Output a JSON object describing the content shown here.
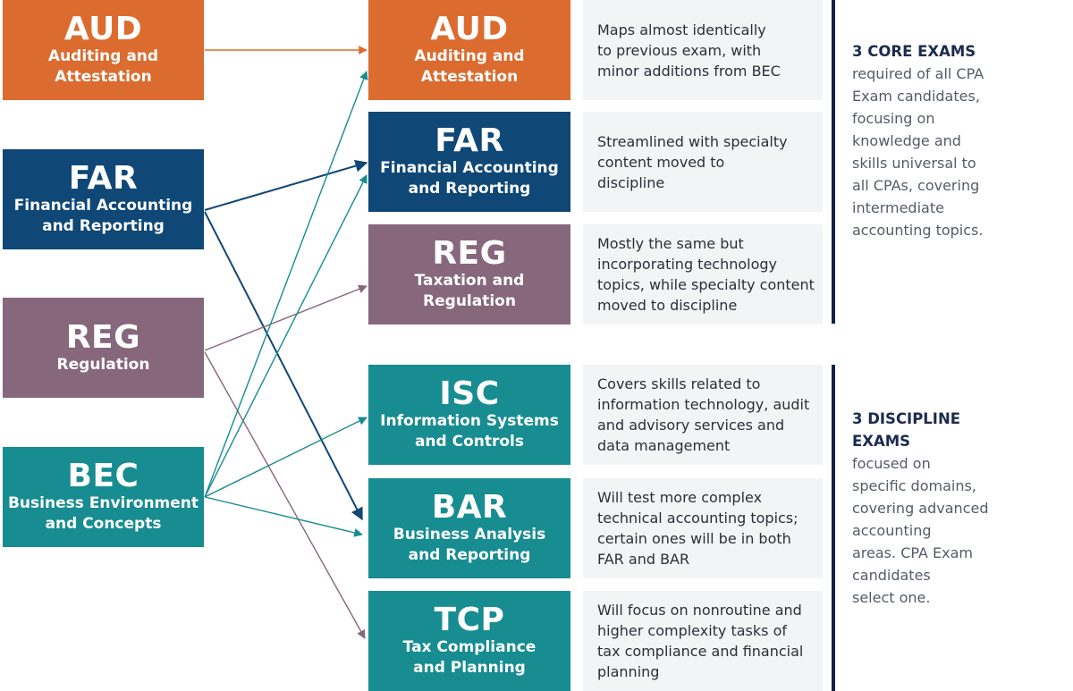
{
  "colors": {
    "AUD": "#dc6b2f",
    "FAR": "#0f4776",
    "REG": "#86677c",
    "BEC": "#178c91",
    "ISC": "#178c91",
    "BAR": "#178c91",
    "TCP": "#178c91",
    "arrow_orange": "#dc6b2f",
    "arrow_navy": "#0f4776",
    "arrow_mauve": "#86677c",
    "arrow_teal": "#178c91",
    "divider": "#10204a"
  },
  "current_exams": [
    {
      "id": "aud",
      "code": "AUD",
      "name": "Auditing and\nAttestation"
    },
    {
      "id": "far",
      "code": "FAR",
      "name": "Financial Accounting\nand Reporting"
    },
    {
      "id": "reg",
      "code": "REG",
      "name": "Regulation"
    },
    {
      "id": "bec",
      "code": "BEC",
      "name": "Business Environment\nand Concepts"
    }
  ],
  "new_exams": [
    {
      "id": "aud",
      "code": "AUD",
      "name": "Auditing and\nAttestation",
      "description": "Maps almost identically\nto previous exam, with\nminor additions from BEC"
    },
    {
      "id": "far",
      "code": "FAR",
      "name": "Financial Accounting\nand Reporting",
      "description": "Streamlined with specialty\ncontent moved to\ndiscipline"
    },
    {
      "id": "reg",
      "code": "REG",
      "name": "Taxation and\nRegulation",
      "description": "Mostly the same but\nincorporating technology\ntopics, while specialty content\nmoved to discipline"
    },
    {
      "id": "isc",
      "code": "ISC",
      "name": "Information Systems\nand Controls",
      "description": "Covers skills related to\ninformation technology,  audit\nand advisory services and\ndata management"
    },
    {
      "id": "bar",
      "code": "BAR",
      "name": "Business Analysis\nand Reporting",
      "description": "Will test more complex\ntechnical accounting topics;\ncertain ones will be in both\nFAR and BAR"
    },
    {
      "id": "tcp",
      "code": "TCP",
      "name": "Tax Compliance\nand Planning",
      "description": "Will focus on nonroutine and\nhigher complexity tasks of\ntax compliance and financial\nplanning"
    }
  ],
  "mappings": [
    {
      "from": "AUD",
      "to": "AUD"
    },
    {
      "from": "FAR",
      "to": "FAR"
    },
    {
      "from": "FAR",
      "to": "BAR"
    },
    {
      "from": "REG",
      "to": "REG"
    },
    {
      "from": "REG",
      "to": "TCP"
    },
    {
      "from": "BEC",
      "to": "AUD"
    },
    {
      "from": "BEC",
      "to": "FAR"
    },
    {
      "from": "BEC",
      "to": "ISC"
    },
    {
      "from": "BEC",
      "to": "BAR"
    }
  ],
  "core_section": {
    "title": "3 CORE EXAMS",
    "body": "required of all CPA\nExam candidates,\nfocusing on\nknowledge and\nskills universal to\nall CPAs, covering\nintermediate\naccounting topics."
  },
  "discipline_section": {
    "title": "3 DISCIPLINE\nEXAMS",
    "body": "focused on\nspecific domains,\ncovering advanced\naccounting\nareas. CPA Exam\ncandidates\nselect one."
  }
}
